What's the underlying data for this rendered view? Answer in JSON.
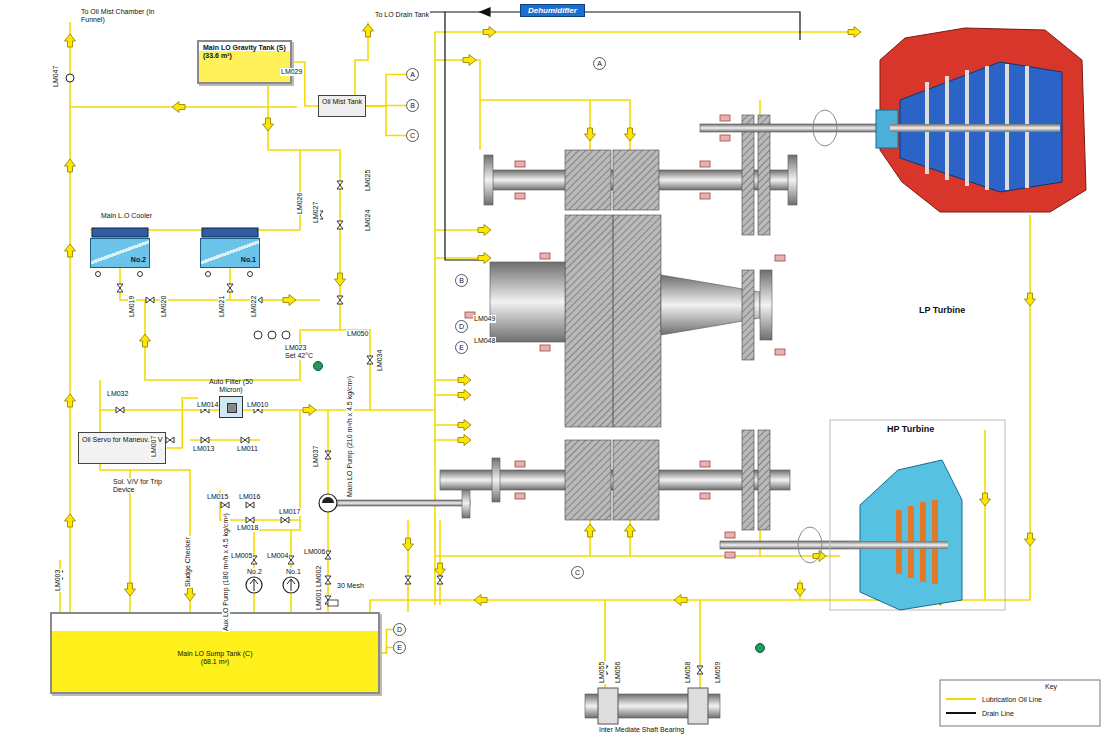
{
  "diagram": {
    "nodes": [
      {
        "text": [
          "Dehumidifier"
        ]
      },
      {
        "text": [
          "Main LO Gravity Tank (S)",
          "(33.6 m³)"
        ]
      },
      {
        "text": [
          "A"
        ]
      },
      {
        "text": [
          "A"
        ]
      },
      {
        "text": [
          "Oil Mist Tank"
        ]
      },
      {
        "text": [
          "B"
        ]
      },
      {
        "text": [
          "C"
        ]
      },
      {
        "text": [
          "No.2"
        ]
      },
      {
        "text": [
          "No.1"
        ]
      },
      {
        "text": [
          "B"
        ]
      },
      {
        "text": [
          "D"
        ]
      },
      {
        "text": [
          "E"
        ]
      },
      {
        "text": [
          "Auto Filter (50 Micron)"
        ]
      },
      {
        "text": [
          "Oil Servo for Maneuv. V/V"
        ]
      },
      {
        "text": [
          "C"
        ]
      },
      {
        "text": [
          "Main LO Sump Tank (C)",
          "(68.1 m³)"
        ]
      },
      {
        "text": [
          "D"
        ]
      },
      {
        "text": [
          "E"
        ]
      }
    ],
    "edges": [
      {
        "from": 1,
        "to": 4,
        "arrow": "none"
      },
      {
        "from": 4,
        "to": 2,
        "arrow": "none"
      },
      {
        "from": 4,
        "to": 5,
        "arrow": "none"
      },
      {
        "from": 4,
        "to": 6,
        "arrow": "none"
      },
      {
        "from": 12,
        "to": 13,
        "arrow": "none"
      },
      {
        "from": 15,
        "to": 16,
        "arrow": "none"
      },
      {
        "from": 15,
        "to": 17,
        "arrow": "none"
      }
    ],
    "labels": [
      "To Oil Mist Chamber (In Funnel)",
      "To LO Drain Tank",
      "LM047",
      "LM029",
      "Main L.O Cooler",
      "LM026",
      "LM027",
      "LM025",
      "LM024",
      "LM019",
      "LM020",
      "LM021",
      "LM022",
      "LM023",
      "Set 42°C",
      "LM050",
      "LM034",
      "LM032",
      "LM014",
      "LM010",
      "LM013",
      "LM011",
      "LM007",
      "Sol. V/V for Trip Device",
      "Sludge Checker",
      "LM015",
      "LM016",
      "LM017",
      "LM018",
      "LM037",
      "Main LO Pump (210 m³/h x 4.5 kg/cm²)",
      "LM005",
      "LM004",
      "Aux LO Pump (180 m³/h x 4.5 kg/cm²)",
      "No.2",
      "No.1",
      "LM006",
      "LM002",
      "30 Mesh",
      "LM001",
      "LM003",
      "LM049",
      "LM048",
      "LP Turbine",
      "HP Turbine",
      "LM055",
      "LM056",
      "LM058",
      "LM059",
      "Inter Mediate Shaft Bearing",
      "Key"
    ],
    "legend": [
      {
        "text": "Lubrication Oil Line"
      },
      {
        "text": "Drain Line"
      }
    ]
  }
}
